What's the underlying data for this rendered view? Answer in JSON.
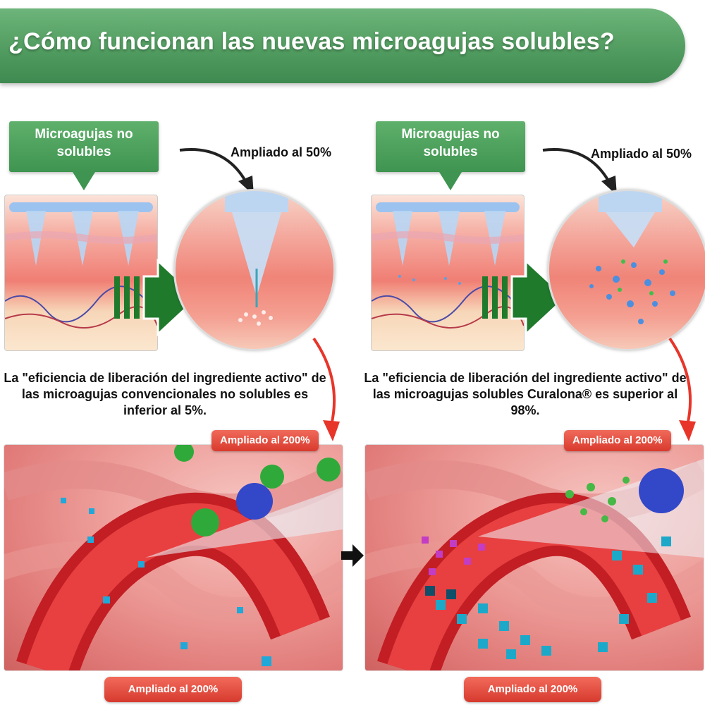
{
  "header": {
    "title": "¿Cómo funcionan las nuevas microagujas solubles?"
  },
  "left": {
    "label": "Microagujas no\nsolubles",
    "magnify_label": "Ampliado al 50%",
    "description": "La \"eficiencia de liberación del ingrediente activo\" de las microagujas convencionales no solubles es inferior al 5%.",
    "zoom_badge": "Ampliado al 200%",
    "bottom_badge": "Ampliado al 200%"
  },
  "right": {
    "label": "Microagujas no\nsolubles",
    "magnify_label": "Ampliado al 50%",
    "description": "La \"eficiencia de liberación del ingrediente activo\" de las microagujas solubles Curalona® es superior al 98%.",
    "zoom_badge": "Ampliado al 200%",
    "bottom_badge": "Ampliado al 200%"
  },
  "colors": {
    "banner_green": "#4f9a5e",
    "arrow_green": "#1f7a2c",
    "badge_red": "#d83a2d",
    "needle_blue": "#9cc3ef"
  },
  "icons": {
    "process_arrow": "right-arrow-icon",
    "curve_arrow": "curved-arrow-icon",
    "between_arrow": "black-right-arrow-icon"
  }
}
